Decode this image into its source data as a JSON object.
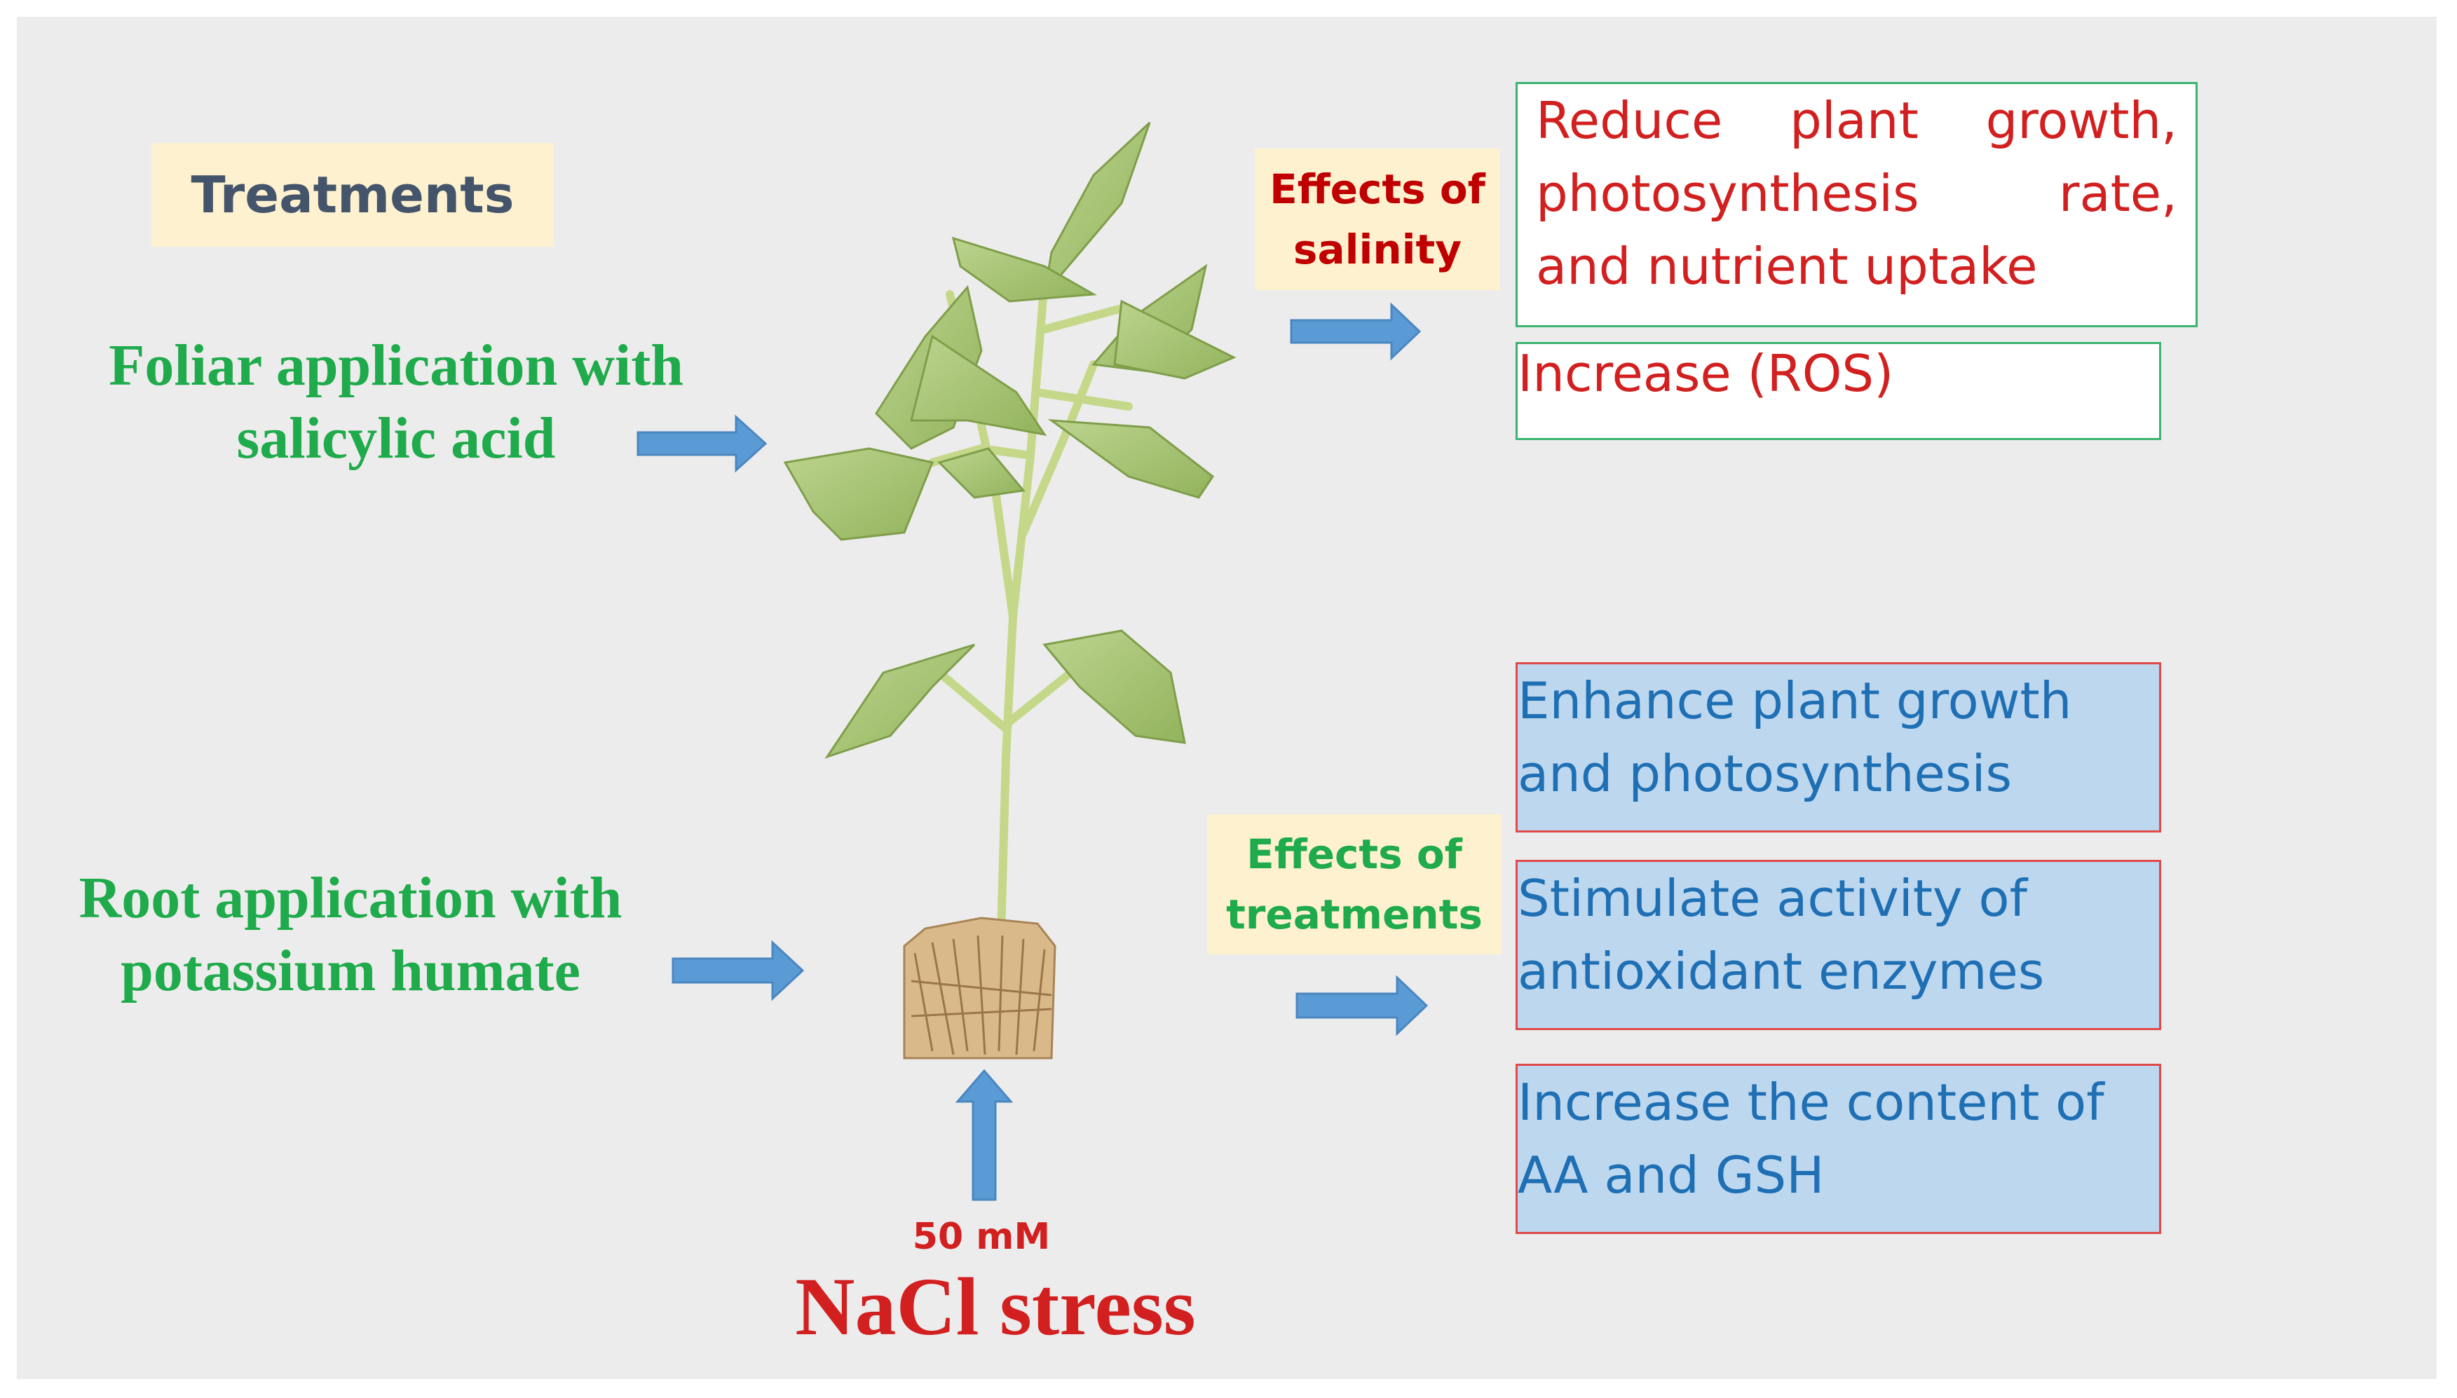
{
  "treatments_label": "Treatments",
  "foliar": {
    "line1": "Foliar application with",
    "line2": "salicylic acid"
  },
  "root": {
    "line1": "Root application with",
    "line2": "potassium humate"
  },
  "stress": {
    "concentration": "50 mM",
    "label": "NaCl stress"
  },
  "salinity_tag": {
    "line1": "Effects of",
    "line2": "salinity"
  },
  "treatments_tag": {
    "line1": "Effects of",
    "line2": "treatments"
  },
  "salinity_effects": [
    {
      "line1": "Reduce plant growth,",
      "line2": "photosynthesis rate,",
      "line3": "and nutrient uptake"
    },
    {
      "line1": "Increase (ROS)"
    }
  ],
  "treatment_effects": [
    {
      "line1": "Enhance plant growth",
      "line2": "and photosynthesis"
    },
    {
      "line1": "Stimulate activity of",
      "line2": "antioxidant enzymes"
    },
    {
      "line1": "Increase the content of",
      "line2": "AA and GSH"
    }
  ],
  "colors": {
    "background": "#ececec",
    "arrow": "#5b9bd5",
    "treatment_text": "#1faa4b",
    "salinity_text": "#d21f1f",
    "positive_box": "#bdd7ee",
    "tag_fill": "#fdf1cf"
  }
}
